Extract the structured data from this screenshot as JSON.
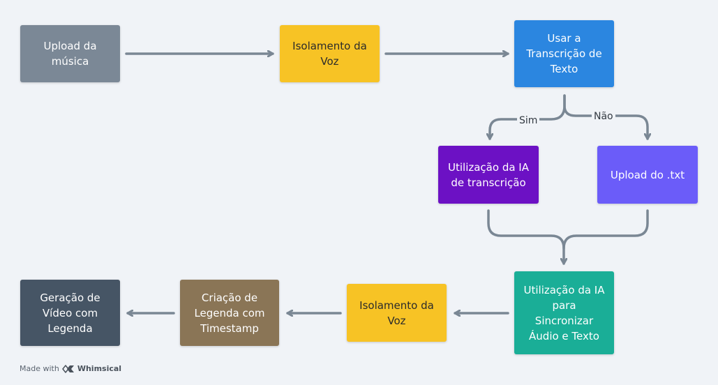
{
  "nodes": {
    "upload_musica": "Upload da\nmúsica",
    "isolamento_voz_1": "Isolamento da\nVoz",
    "usar_transcricao": "Usar a\nTranscrição de\nTexto",
    "ia_transcricao": "Utilização da IA\nde transcrição",
    "upload_txt": "Upload do .txt",
    "ia_sincronizar": "Utilização da IA\npara\nSincronizar\nÁudio e Texto",
    "isolamento_voz_2": "Isolamento da\nVoz",
    "criacao_legenda": "Criação de\nLegenda com\nTimestamp",
    "geracao_video": "Geração de\nVídeo com\nLegenda"
  },
  "edge_labels": {
    "sim": "Sim",
    "nao": "Não"
  },
  "colors": {
    "background": "#f0f3f7",
    "gray": "#7b8896",
    "yellow": "#f7c325",
    "blue": "#2b86e0",
    "purple": "#6c11c4",
    "violet": "#6b5cf9",
    "teal": "#1aae97",
    "brown": "#8a7556",
    "slate": "#465565",
    "arrow": "#7a8794"
  },
  "footer": {
    "made_with": "Made with",
    "brand": "Whimsical",
    "logo_icon": "whimsical-logo-icon"
  }
}
